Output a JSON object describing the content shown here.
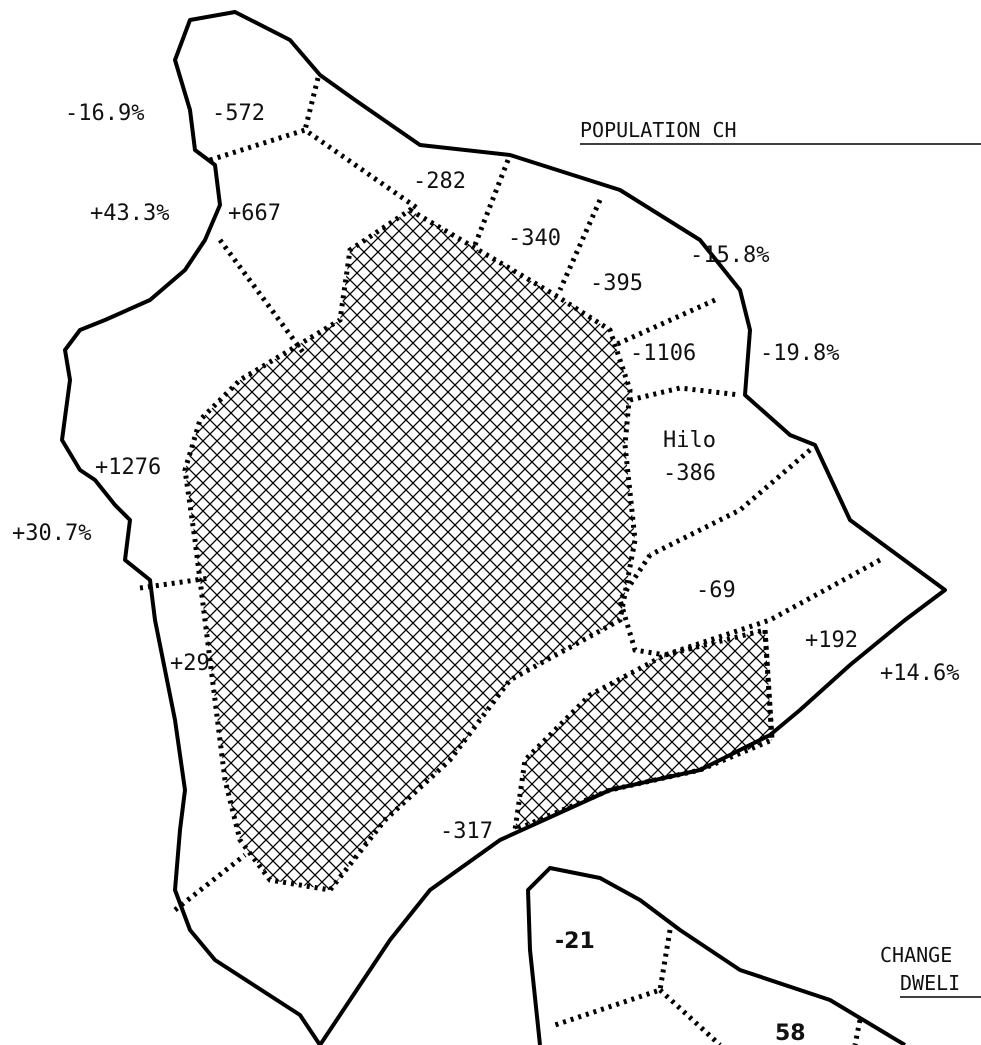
{
  "header": {
    "title": "POPULATION CH",
    "inset_title_line1": "CHANGE",
    "inset_title_line2": "DWELI"
  },
  "labels": {
    "pct_nw": "-16.9%",
    "d_572": "-572",
    "d_282": "-282",
    "pct_433": "+43.3%",
    "d_667": "+667",
    "d_340": "-340",
    "pct_158": "-15.8%",
    "d_395": "-395",
    "d_1106": "-1106",
    "pct_198": "-19.8%",
    "hilo_name": "Hilo",
    "hilo_val": "-386",
    "d_1276": "+1276",
    "pct_307": "+30.7%",
    "d_69": "-69",
    "d_192": "+192",
    "pct_146": "+14.6%",
    "d_29": "+29",
    "d_317": "-317",
    "inset_21": "-21",
    "inset_58": "58"
  },
  "colors": {
    "ink": "#000000",
    "paper": "#ffffff"
  }
}
